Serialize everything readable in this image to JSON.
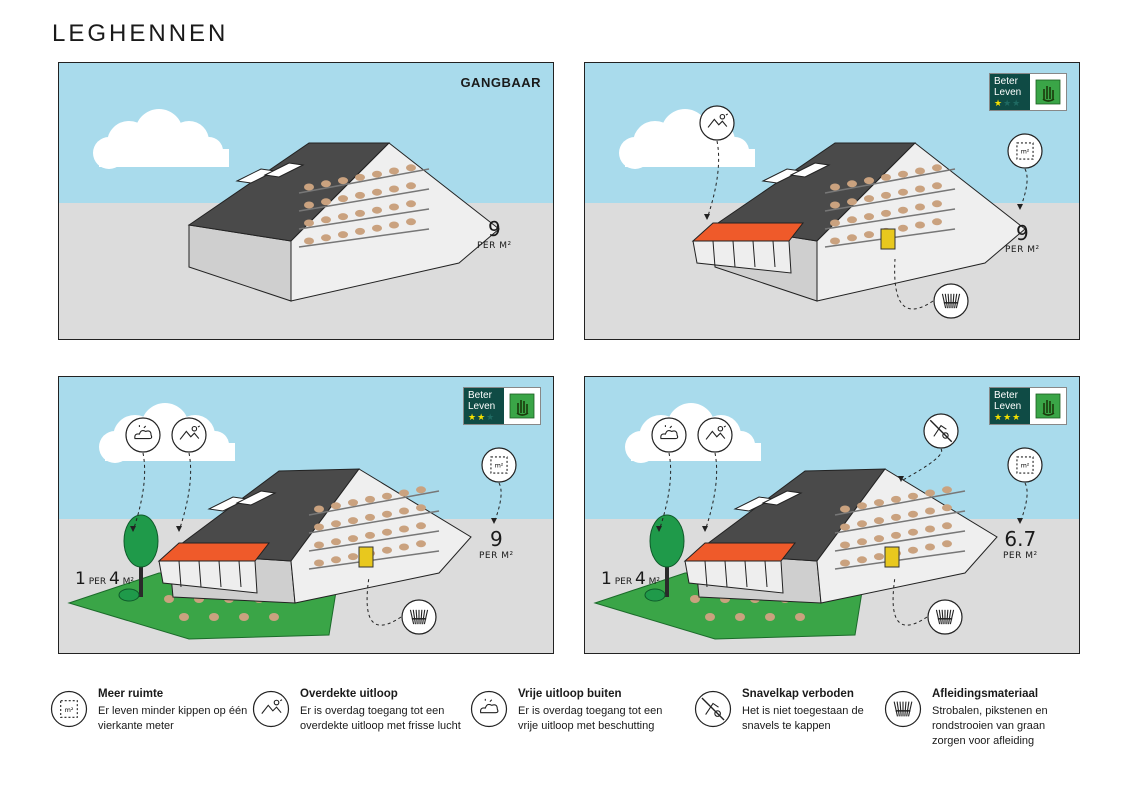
{
  "title": "LEGHENNEN",
  "colors": {
    "sky": "#a9dbec",
    "ground": "#dcdcdc",
    "roof": "#4a4a4a",
    "wall": "#efefef",
    "canopy": "#ef5a2a",
    "grass": "#3aa547",
    "tree": "#1f9a4a",
    "hen": "#caa27f",
    "logo_green": "#0f4b45",
    "star": "#f5e100"
  },
  "panels": [
    {
      "label": "GANGBAAR",
      "density_num": "9",
      "density_unit": "PER M²",
      "logo": false,
      "stars": 0,
      "has_canopy": false,
      "has_field": false,
      "icons": []
    },
    {
      "label": "",
      "density_num": "9",
      "density_unit": "PER M²",
      "logo": true,
      "stars": 1,
      "logo_line1": "Beter",
      "logo_line2": "Leven",
      "has_canopy": true,
      "has_field": false,
      "icons": [
        "covered-run-icon",
        "space-icon",
        "straw-icon"
      ]
    },
    {
      "label": "",
      "density_num": "9",
      "density_unit": "PER M²",
      "logo": true,
      "stars": 2,
      "logo_line1": "Beter",
      "logo_line2": "Leven",
      "has_canopy": true,
      "has_field": true,
      "outdoor_num": "1",
      "outdoor_per": "PER",
      "outdoor_num2": "4",
      "outdoor_unit": "M²",
      "icons": [
        "outdoor-run-icon",
        "covered-run-icon",
        "space-icon",
        "straw-icon"
      ]
    },
    {
      "label": "",
      "density_num": "6.7",
      "density_unit": "PER M²",
      "logo": true,
      "stars": 3,
      "logo_line1": "Beter",
      "logo_line2": "Leven",
      "has_canopy": true,
      "has_field": true,
      "outdoor_num": "1",
      "outdoor_per": "PER",
      "outdoor_num2": "4",
      "outdoor_unit": "M²",
      "icons": [
        "outdoor-run-icon",
        "covered-run-icon",
        "no-beak-trimming-icon",
        "space-icon",
        "straw-icon"
      ]
    }
  ],
  "legend": [
    {
      "icon": "space-icon",
      "title": "Meer ruimte",
      "desc": "Er leven minder kippen op één vierkante meter"
    },
    {
      "icon": "covered-run-icon",
      "title": "Overdekte uitloop",
      "desc": "Er is overdag toegang tot een overdekte uitloop met frisse lucht"
    },
    {
      "icon": "outdoor-run-icon",
      "title": "Vrije uitloop buiten",
      "desc": "Er is overdag toegang tot een vrije uitloop met beschutting"
    },
    {
      "icon": "no-beak-trimming-icon",
      "title": "Snavelkap verboden",
      "desc": "Het is niet toegestaan de snavels te kappen"
    },
    {
      "icon": "straw-icon",
      "title": "Afleidingsmateriaal",
      "desc": "Strobalen, pikstenen en rondstrooien van graan zorgen voor afleiding"
    }
  ]
}
